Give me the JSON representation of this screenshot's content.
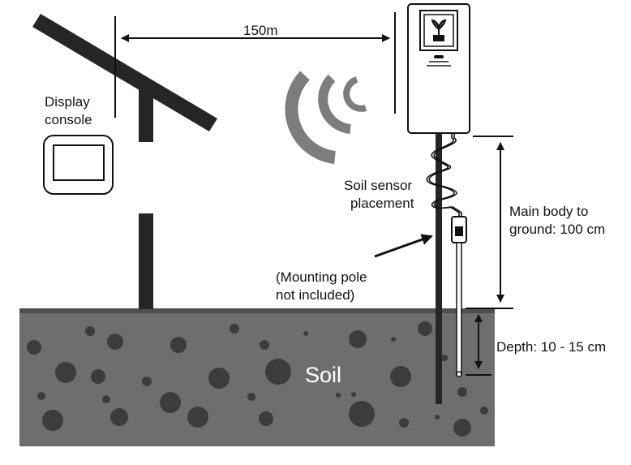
{
  "labels": {
    "distance": "150m",
    "display_console_line1": "Display",
    "display_console_line2": "console",
    "sensor_placement_line1": "Soil sensor",
    "sensor_placement_line2": "placement",
    "mounting_line1": "(Mounting pole",
    "mounting_line2": "not included)",
    "main_body_line1": "Main body to",
    "main_body_line2": "ground: 100 cm",
    "depth": "Depth: 10 - 15 cm",
    "soil": "Soil"
  },
  "colors": {
    "soil_fill": "#6e6e6e",
    "soil_top": "#4f4f4f",
    "pebble": "#3c3c3c",
    "dark_pole": "#262626",
    "signal_waves": "#7d7d7d",
    "line": "#111111"
  },
  "icons": {
    "console": "display-console-icon",
    "sensor_unit": "weather-sensor-unit-icon",
    "signal": "wireless-signal-icon",
    "solar_mount": "solar-panel-mount-icon"
  }
}
